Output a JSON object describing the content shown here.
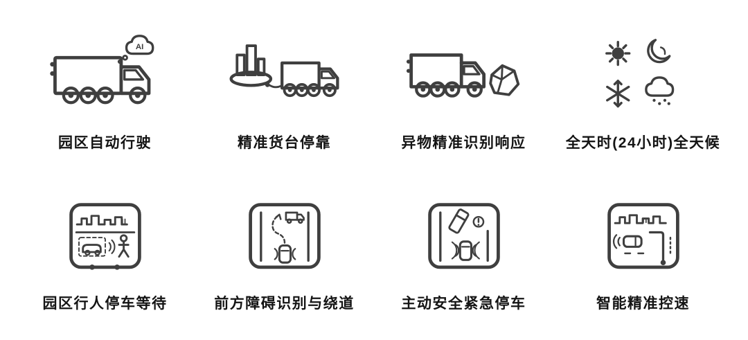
{
  "title": "autonomous-truck-features",
  "ai_badge": "AI",
  "colors": {
    "line": "#3f3f3f",
    "text": "#141414",
    "background": "#ffffff"
  },
  "features": [
    {
      "name": "park-autonomous-driving",
      "icon": "truck-ai-cloud-icon",
      "label": "园区自动行驶"
    },
    {
      "name": "precise-dock-parking",
      "icon": "truck-loading-dock-icon",
      "label": "精准货台停靠"
    },
    {
      "name": "foreign-object-response",
      "icon": "truck-obstacle-rock-icon",
      "label": "异物精准识别响应"
    },
    {
      "name": "all-day-all-weather",
      "icon": "weather-sun-moon-snow-rain-icon",
      "label": "全天时(24小时)全天候"
    },
    {
      "name": "pedestrian-stop-wait",
      "icon": "road-pedestrian-icon",
      "label": "园区行人停车等待"
    },
    {
      "name": "obstacle-detour",
      "icon": "road-detour-icon",
      "label": "前方障碍识别与绕道"
    },
    {
      "name": "active-safety-emergency-stop",
      "icon": "road-emergency-stop-icon",
      "label": "主动安全紧急停车"
    },
    {
      "name": "intelligent-speed-control",
      "icon": "road-speed-control-icon",
      "label": "智能精准控速"
    }
  ]
}
